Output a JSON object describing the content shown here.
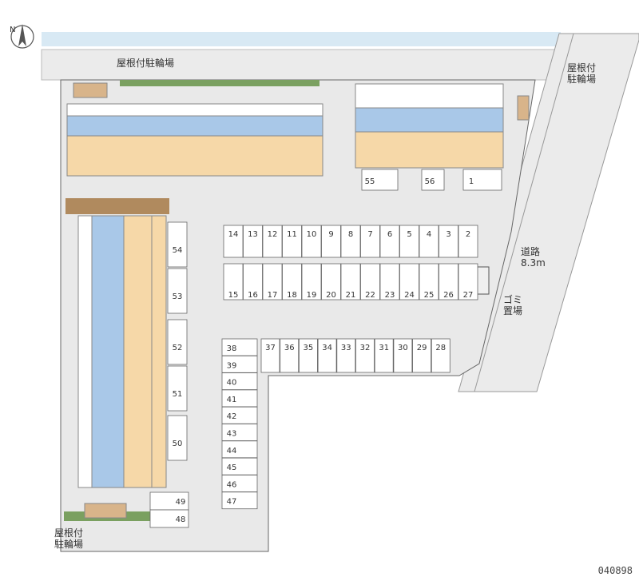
{
  "compass": {
    "letter": "N",
    "icon": "north-arrow-icon"
  },
  "labels": {
    "bike_parking_top": "屋根付駐輪場",
    "bike_parking_right": "屋根付\n駐輪場",
    "bike_parking_bottom": "屋根付\n駐輪場",
    "road": "道路\n8.3m",
    "garbage": "ゴミ\n置場"
  },
  "parking_spaces": {
    "row_top": [
      "14",
      "13",
      "12",
      "11",
      "10",
      "9",
      "8",
      "7",
      "6",
      "5",
      "4",
      "3",
      "2"
    ],
    "row_middle": [
      "15",
      "16",
      "17",
      "18",
      "19",
      "20",
      "21",
      "22",
      "23",
      "24",
      "25",
      "26",
      "27"
    ],
    "row_lower": [
      "37",
      "36",
      "35",
      "34",
      "33",
      "32",
      "31",
      "30",
      "29",
      "28"
    ],
    "column_38_47": [
      "38",
      "39",
      "40",
      "41",
      "42",
      "43",
      "44",
      "45",
      "46",
      "47"
    ],
    "top_right": [
      "55",
      "56",
      "1"
    ],
    "left_column": [
      "54",
      "53",
      "52",
      "51",
      "50"
    ],
    "bottom_left": [
      "49",
      "48"
    ]
  },
  "map_code": "040898",
  "colors": {
    "building_tan": "#f6d8a8",
    "building_blue": "#a9c8e8",
    "lot": "#e8e8e8",
    "road": "#ebebeb",
    "water": "#d8e9f4",
    "hedge": "#7aa060",
    "outline": "#666666"
  }
}
